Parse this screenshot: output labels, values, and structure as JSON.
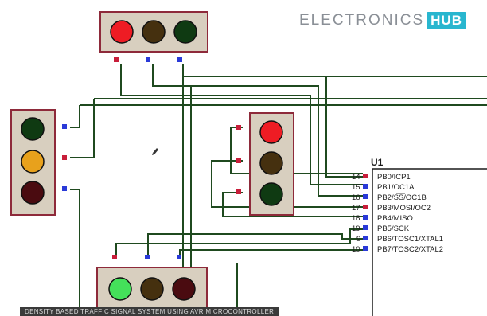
{
  "logo": {
    "text": "ELECTRONICS",
    "badge": "HUB"
  },
  "caption": "DENSITY BASED TRAFFIC SIGNAL SYSTEM USING AVR MICROCONTROLLER",
  "chip": {
    "label": "U1",
    "pins": [
      {
        "num": "14",
        "name": "PB0/ICP1"
      },
      {
        "num": "15",
        "name": "PB1/OC1A"
      },
      {
        "num": "16",
        "name": "PB2/SS/OC1B"
      },
      {
        "num": "17",
        "name": "PB3/MOSI/OC2"
      },
      {
        "num": "18",
        "name": "PB4/MISO"
      },
      {
        "num": "19",
        "name": "PB5/SCK"
      },
      {
        "num": "9",
        "name": "PB6/TOSC1/XTAL1"
      },
      {
        "num": "10",
        "name": "PB7/TOSC2/XTAL2"
      }
    ]
  },
  "traffic_lights": {
    "top": {
      "lamps": [
        "red-on",
        "yellow-off",
        "green-off"
      ]
    },
    "left": {
      "lamps": [
        "green-off",
        "yellow-on",
        "red-off"
      ]
    },
    "middle": {
      "lamps": [
        "red-on",
        "yellow-off",
        "green-off"
      ]
    },
    "bottom": {
      "lamps": [
        "green-on",
        "yellow-off",
        "red-off"
      ]
    }
  },
  "colors": {
    "panel": "#d8cfbf",
    "panel_border": "#8e2a3a",
    "wire": "#1f4a1f",
    "red_on": "#ee1c24",
    "yellow_on": "#e8a11c",
    "green_on": "#44e05a",
    "red_off": "#4a0b10",
    "yellow_off": "#45300f",
    "green_off": "#0f3a12",
    "pin_red": "#c81e3a",
    "pin_blue": "#2a3ad8"
  }
}
